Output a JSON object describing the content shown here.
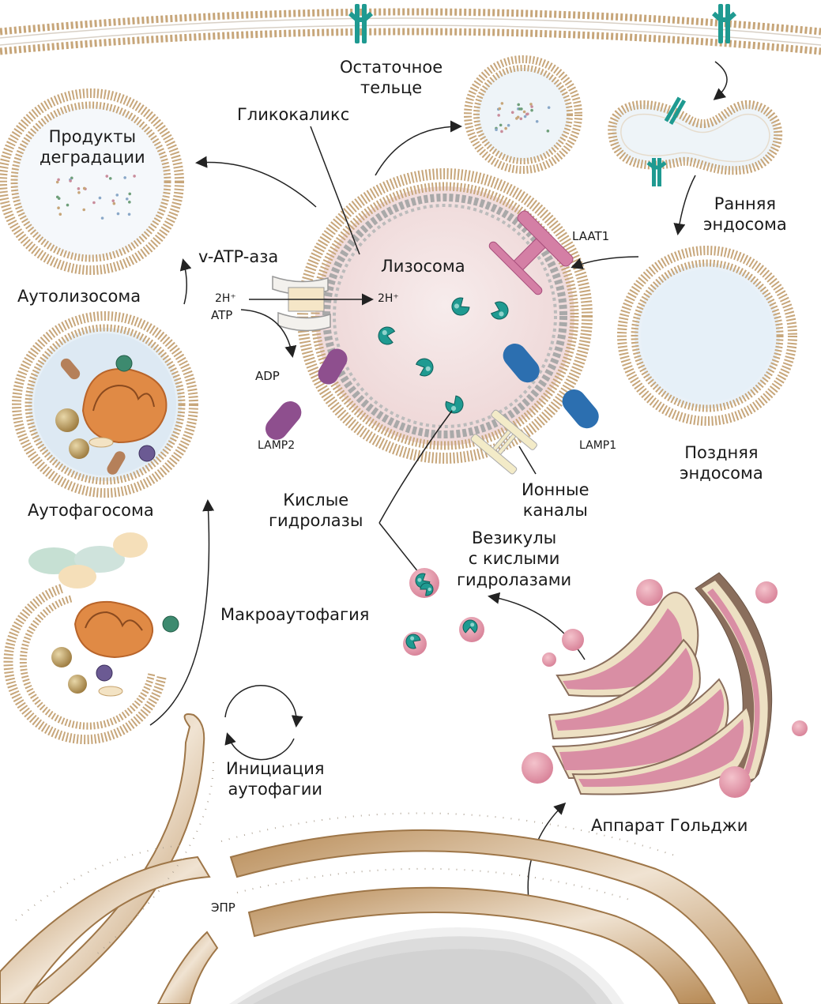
{
  "labels": {
    "residual_body": "Остаточное\nтельце",
    "degradation_products": "Продукты\nдеградации",
    "glycocalyx": "Гликокаликс",
    "early_endosome": "Ранняя\nэндосома",
    "laat1": "LAAT1",
    "v_atpase": "v-ATP-аза",
    "lysosome": "Лизосома",
    "autolysosome": "Аутолизосома",
    "h_left": "2H⁺",
    "atp": "ATP",
    "h_right": "2H⁺",
    "adp": "ADP",
    "lamp2": "LAMP2",
    "lamp1": "LAMP1",
    "late_endosome": "Поздняя\nэндосома",
    "autophagosome": "Аутофагосома",
    "acid_hydrolases": "Кислые\nгидролазы",
    "ion_channels": "Ионные\nканалы",
    "vesicles": "Везикулы\nс кислыми\nгидролазами",
    "macroautophagy": "Макроаутофагия",
    "autophagy_initiation": "Инициация\nаутофагии",
    "golgi": "Аппарат Гольджи",
    "er": "ЭПР"
  },
  "colors": {
    "membrane_head": "#c7a67a",
    "lysosome_fill": "#f4e3e3",
    "glycocalyx_stroke": "#a9a9a9",
    "endosome_fill": "#eef4f8",
    "hydrolase": "#1f9a91",
    "lamp1": "#2c6fb0",
    "lamp2": "#8e4f8e",
    "laat1": "#d47fa5",
    "golgi_fill": "#d98ea4",
    "golgi_outer": "#8a6e5c",
    "er_fill": "#c89a64",
    "mito_fill": "#e08a45"
  }
}
